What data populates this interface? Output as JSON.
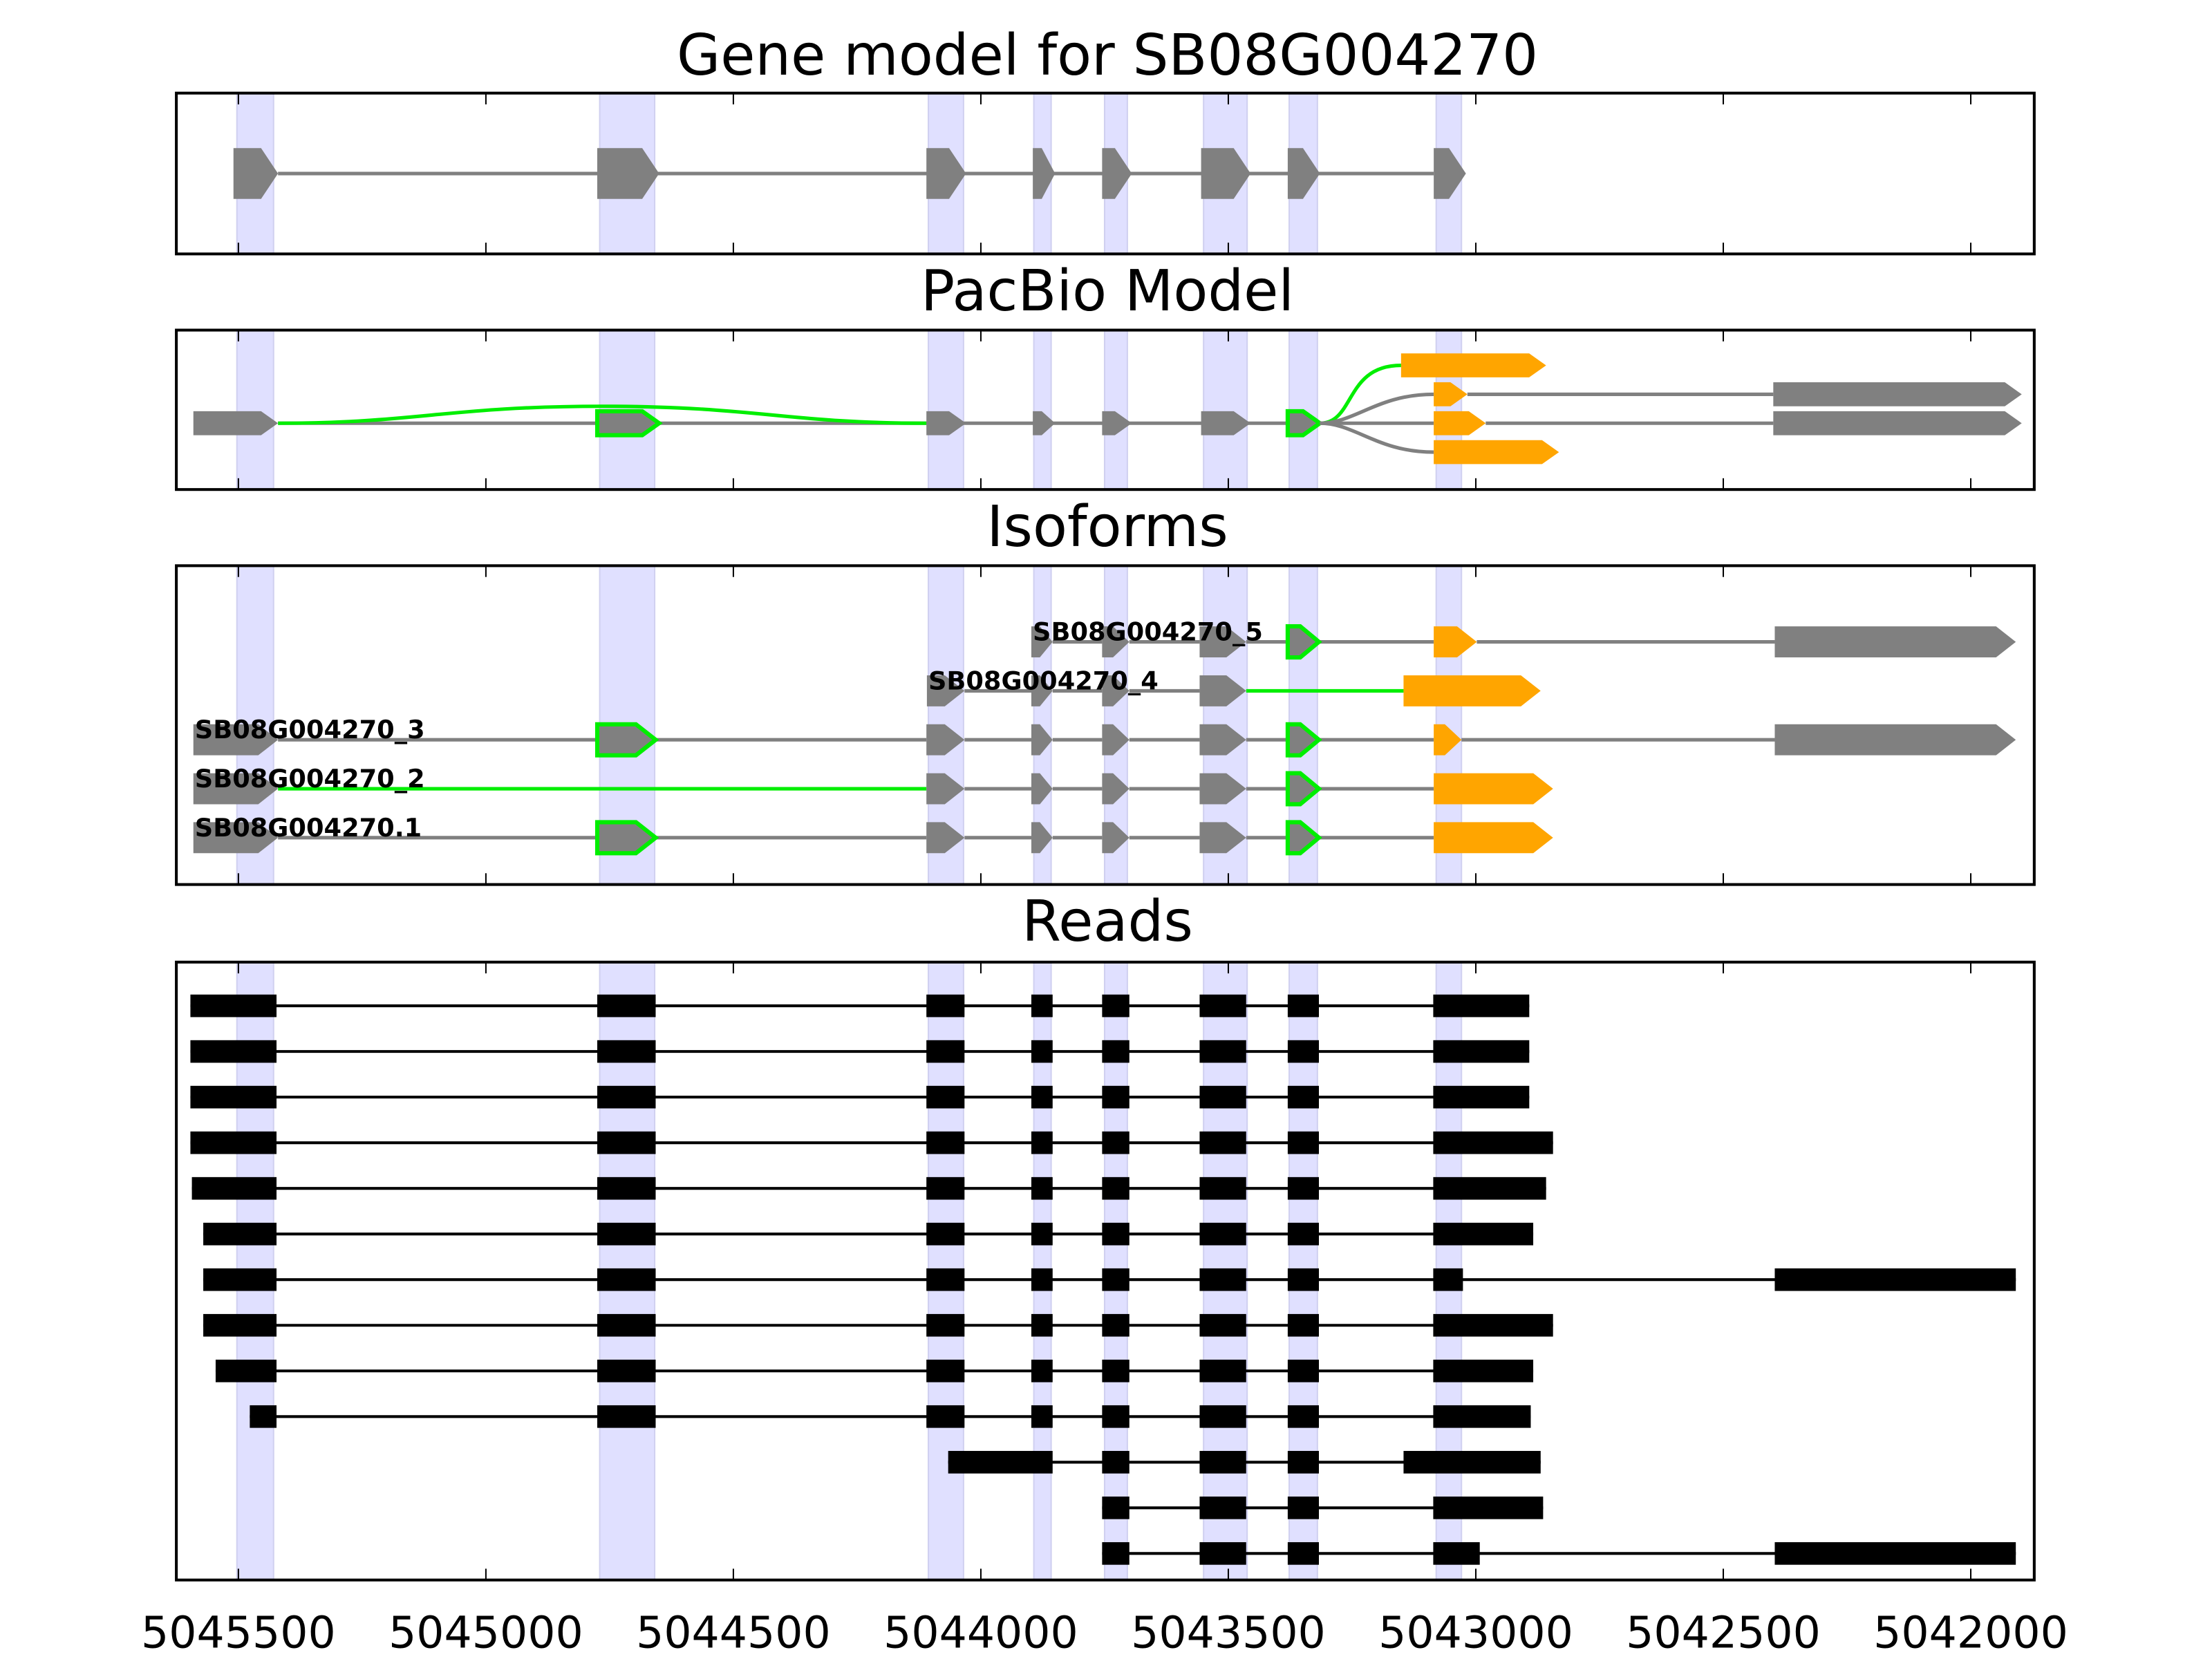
{
  "chart_data": {
    "type": "gene-track",
    "xaxis": {
      "range": [
        5045700,
        5041880
      ],
      "reversed": true,
      "ticks": [
        5045500,
        5045000,
        5044500,
        5044000,
        5043500,
        5043000,
        5042500,
        5042000
      ],
      "tick_labels": [
        "5045500",
        "5045000",
        "5044500",
        "5044000",
        "5043500",
        "5043000",
        "5042500",
        "5042000"
      ]
    },
    "highlight_bands": [
      [
        5045503,
        5045429
      ],
      [
        5044770,
        5044659
      ],
      [
        5044106,
        5044035
      ],
      [
        5043893,
        5043858
      ],
      [
        5043750,
        5043704
      ],
      [
        5043550,
        5043462
      ],
      [
        5043377,
        5043320
      ],
      [
        5043080,
        5043029
      ]
    ],
    "colors": {
      "exon": "#808080",
      "green": "#00ee00",
      "orange": "#ffa500",
      "band": "#e0e0ff",
      "read": "#000000"
    },
    "panels": [
      {
        "title": "Gene model for SB08G004270",
        "tracks": [
          {
            "exons": [
              [
                5045510,
                5045420,
                "gray"
              ],
              [
                5044775,
                5044650,
                "gray"
              ],
              [
                5044110,
                5044030,
                "gray"
              ],
              [
                5043895,
                5043850,
                "gray"
              ],
              [
                5043755,
                5043695,
                "gray"
              ],
              [
                5043555,
                5043455,
                "gray"
              ],
              [
                5043380,
                5043315,
                "gray"
              ],
              [
                5043085,
                5043020,
                "gray"
              ]
            ],
            "intron_color": "gray"
          }
        ]
      },
      {
        "title": "PacBio Model",
        "main": {
          "exons": [
            [
              5045591,
              5045420,
              "gray"
            ],
            [
              5044775,
              5044650,
              "green"
            ],
            [
              5044110,
              5044030,
              "gray"
            ],
            [
              5043895,
              5043850,
              "gray"
            ],
            [
              5043755,
              5043695,
              "gray"
            ],
            [
              5043555,
              5043455,
              "gray"
            ],
            [
              5043380,
              5043315,
              "green"
            ]
          ]
        },
        "skip_arc": {
          "from": 5045420,
          "to": 5044110,
          "color": "green"
        },
        "branches": [
          {
            "level": 2,
            "color": "green",
            "exons": [
              [
                5043151,
                5042858,
                "orange"
              ]
            ]
          },
          {
            "level": 1,
            "color": "gray",
            "exons": [
              [
                5043085,
                5043017,
                "orange"
              ],
              [
                5042399,
                5041897,
                "gray"
              ]
            ]
          },
          {
            "level": 0,
            "color": "gray",
            "exons": [
              [
                5043085,
                5042980,
                "orange"
              ],
              [
                5042399,
                5041897,
                "gray"
              ]
            ]
          },
          {
            "level": -1,
            "color": "gray",
            "exons": [
              [
                5043085,
                5042832,
                "orange"
              ]
            ]
          }
        ]
      },
      {
        "title": "Isoforms",
        "isoforms": [
          {
            "name": "SB08G004270_5",
            "exons": [
              [
                5043898,
                5043855,
                "gray"
              ],
              [
                5043755,
                5043700,
                "gray"
              ],
              [
                5043558,
                5043464,
                "gray"
              ],
              [
                5043380,
                5043317,
                "green"
              ],
              [
                5043085,
                5042998,
                "orange"
              ],
              [
                5042396,
                5041909,
                "gray"
              ]
            ],
            "introns": [
              "gray",
              "gray",
              "gray",
              "gray",
              "gray"
            ]
          },
          {
            "name": "SB08G004270_4",
            "exons": [
              [
                5044109,
                5044033,
                "gray"
              ],
              [
                5043898,
                5043855,
                "gray"
              ],
              [
                5043755,
                5043700,
                "gray"
              ],
              [
                5043558,
                5043464,
                "gray"
              ],
              [
                5043146,
                5042869,
                "orange"
              ]
            ],
            "introns": [
              "gray",
              "gray",
              "gray",
              "green"
            ]
          },
          {
            "name": "SB08G004270_3",
            "exons": [
              [
                5045591,
                5045420,
                "gray"
              ],
              [
                5044775,
                5044657,
                "green"
              ],
              [
                5044110,
                5044033,
                "gray"
              ],
              [
                5043898,
                5043855,
                "gray"
              ],
              [
                5043755,
                5043700,
                "gray"
              ],
              [
                5043558,
                5043464,
                "gray"
              ],
              [
                5043380,
                5043317,
                "green"
              ],
              [
                5043085,
                5043029,
                "orange"
              ],
              [
                5042396,
                5041909,
                "gray"
              ]
            ],
            "introns": [
              "gray",
              "gray",
              "gray",
              "gray",
              "gray",
              "gray",
              "gray",
              "gray"
            ]
          },
          {
            "name": "SB08G004270_2",
            "exons": [
              [
                5045591,
                5045420,
                "gray"
              ],
              [
                5044110,
                5044033,
                "gray"
              ],
              [
                5043898,
                5043855,
                "gray"
              ],
              [
                5043755,
                5043700,
                "gray"
              ],
              [
                5043558,
                5043464,
                "gray"
              ],
              [
                5043380,
                5043317,
                "green"
              ],
              [
                5043085,
                5042844,
                "orange"
              ]
            ],
            "introns": [
              "green",
              "gray",
              "gray",
              "gray",
              "gray",
              "gray"
            ]
          },
          {
            "name": "SB08G004270.1",
            "exons": [
              [
                5045591,
                5045420,
                "gray"
              ],
              [
                5044775,
                5044657,
                "green"
              ],
              [
                5044110,
                5044033,
                "gray"
              ],
              [
                5043898,
                5043855,
                "gray"
              ],
              [
                5043755,
                5043700,
                "gray"
              ],
              [
                5043558,
                5043464,
                "gray"
              ],
              [
                5043380,
                5043317,
                "green"
              ],
              [
                5043085,
                5042844,
                "orange"
              ]
            ],
            "introns": [
              "gray",
              "gray",
              "gray",
              "gray",
              "gray",
              "gray",
              "gray"
            ]
          }
        ]
      },
      {
        "title": "Reads",
        "reads": [
          {
            "start": 5045597,
            "first_exon": 2,
            "last": [
              [
                5043086,
                5042892
              ]
            ]
          },
          {
            "start": 5045597,
            "first_exon": 2,
            "last": [
              [
                5043086,
                5042892
              ]
            ]
          },
          {
            "start": 5045597,
            "first_exon": 2,
            "last": [
              [
                5043086,
                5042892
              ]
            ]
          },
          {
            "start": 5045597,
            "first_exon": 2,
            "last": [
              [
                5043086,
                5042844
              ]
            ]
          },
          {
            "start": 5045594,
            "first_exon": 2,
            "last": [
              [
                5043086,
                5042858
              ]
            ]
          },
          {
            "start": 5045571,
            "first_exon": 2,
            "last": [
              [
                5043086,
                5042884
              ]
            ]
          },
          {
            "start": 5045571,
            "first_exon": 2,
            "last": [
              [
                5043086,
                5043026
              ],
              [
                5042396,
                5041909
              ]
            ]
          },
          {
            "start": 5045571,
            "first_exon": 2,
            "last": [
              [
                5043086,
                5042844
              ]
            ]
          },
          {
            "start": 5045546,
            "first_exon": 2,
            "last": [
              [
                5043086,
                5042884
              ]
            ]
          },
          {
            "start": 5045477,
            "first_exon": 2,
            "last": [
              [
                5043086,
                5042889
              ]
            ]
          },
          {
            "start": 5044066,
            "first_exon": 4,
            "last": [
              [
                5043146,
                5042869
              ]
            ]
          },
          {
            "start": 5043898,
            "first_exon": 5,
            "last": [
              [
                5043086,
                5042864
              ]
            ]
          },
          {
            "start": 5043898,
            "first_exon": 5,
            "last": [
              [
                5043086,
                5042992
              ],
              [
                5042396,
                5041909
              ]
            ]
          }
        ],
        "internal_exons": [
          [
            5044775,
            5044657
          ],
          [
            5044110,
            5044033
          ],
          [
            5043898,
            5043855
          ],
          [
            5043755,
            5043700
          ],
          [
            5043558,
            5043464
          ],
          [
            5043380,
            5043317
          ]
        ],
        "first_block_end": 5045423
      }
    ]
  }
}
